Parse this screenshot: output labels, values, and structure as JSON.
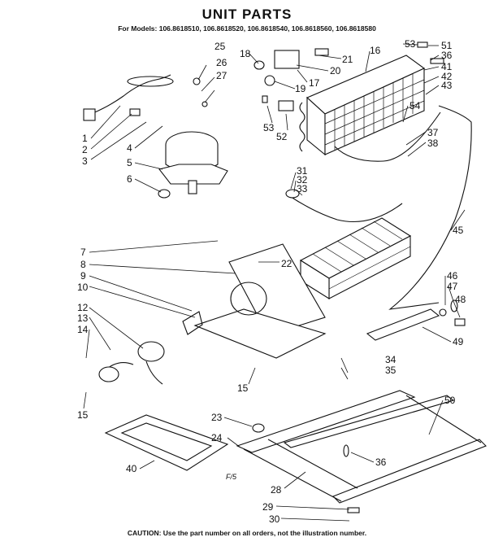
{
  "title": "UNIT PARTS",
  "models": "For Models: 106.8618510, 106.8618520, 106.8618540, 106.8618560, 106.8618580",
  "caution": "CAUTION: Use the part number on all orders, not the illustration number.",
  "drawing_tag": "F/5",
  "labels": [
    "1",
    "2",
    "3",
    "4",
    "5",
    "6",
    "7",
    "8",
    "9",
    "10",
    "12",
    "13",
    "14",
    "15",
    "15",
    "16",
    "17",
    "18",
    "19",
    "20",
    "21",
    "22",
    "23",
    "24",
    "25",
    "26",
    "27",
    "28",
    "29",
    "30",
    "31",
    "32",
    "33",
    "34",
    "35",
    "36",
    "36",
    "37",
    "38",
    "40",
    "41",
    "42",
    "43",
    "45",
    "46",
    "47",
    "48",
    "49",
    "50",
    "51",
    "52",
    "53",
    "53",
    "54"
  ]
}
